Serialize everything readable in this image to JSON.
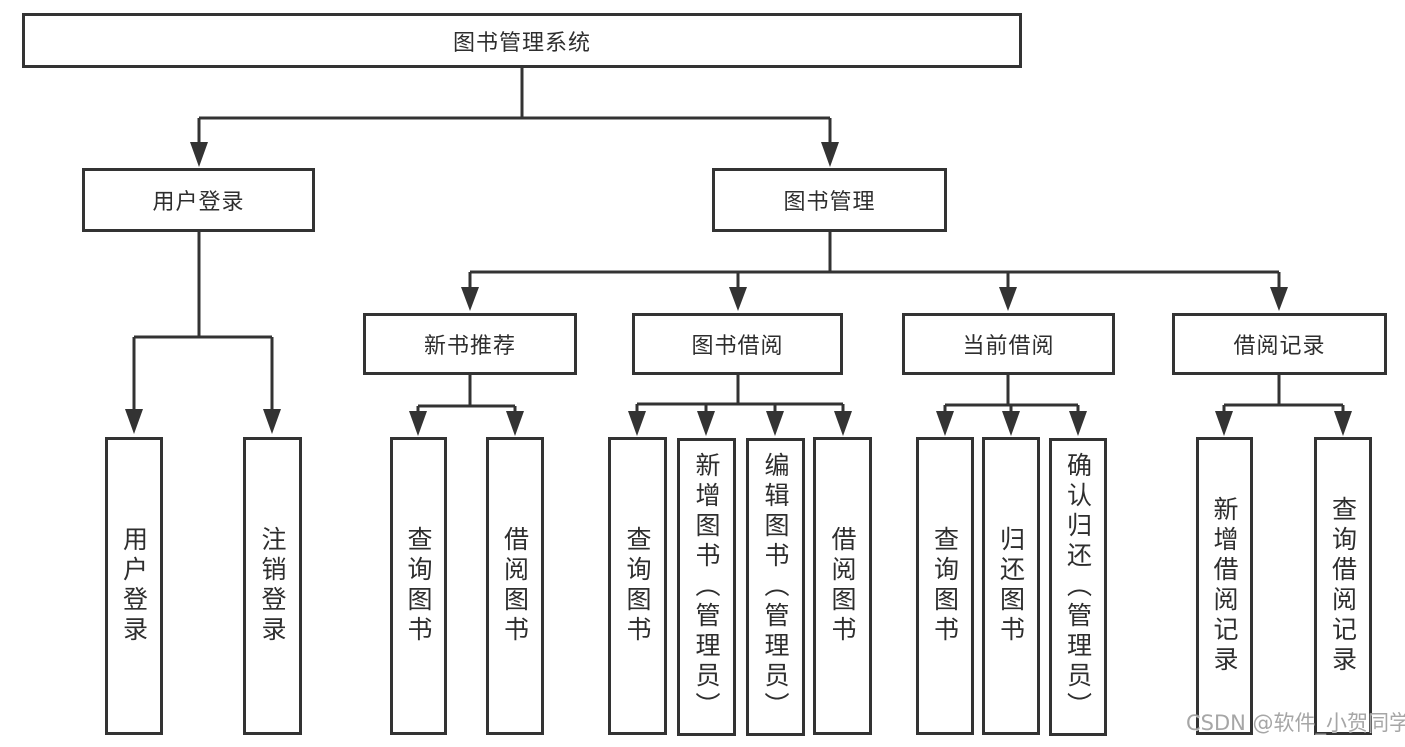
{
  "diagram": {
    "root": "图书管理系统",
    "branches": [
      {
        "label": "用户登录",
        "leaves": [
          "用户登录",
          "注销登录"
        ]
      },
      {
        "label": "图书管理",
        "groups": [
          {
            "label": "新书推荐",
            "leaves": [
              "查询图书",
              "借阅图书"
            ]
          },
          {
            "label": "图书借阅",
            "leaves": [
              "查询图书",
              "新增图书（管理员）",
              "编辑图书（管理员）",
              "借阅图书"
            ]
          },
          {
            "label": "当前借阅",
            "leaves": [
              "查询图书",
              "归还图书",
              "确认归还（管理员）"
            ]
          },
          {
            "label": "借阅记录",
            "leaves": [
              "新增借阅记录",
              "查询借阅记录"
            ]
          }
        ]
      }
    ]
  },
  "watermark": "CSDN @软件_小贺同学",
  "colors": {
    "line": "#333333",
    "text": "#2e2e2e",
    "background": "#ffffff",
    "watermark": "#9e9e9e"
  }
}
